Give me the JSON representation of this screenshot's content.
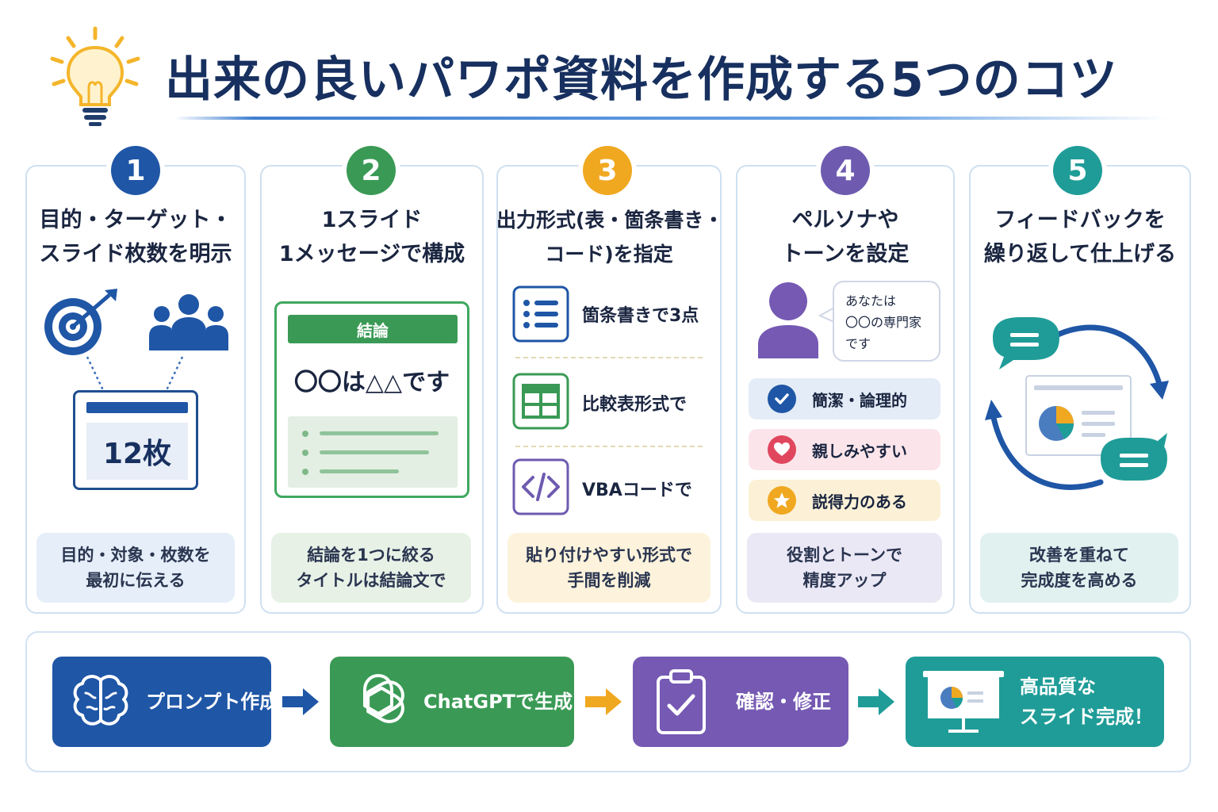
{
  "header": {
    "title": "出来の良いパワポ資料を作成する5つのコツ"
  },
  "cards": [
    {
      "number": "1",
      "color": "#1f56a6",
      "title_lines": [
        "目的・ターゲット・",
        "スライド枚数を明示"
      ],
      "visual": {
        "slide_count": "12枚"
      },
      "foot_lines": [
        "目的・対象・枚数を",
        "最初に伝える"
      ],
      "foot_bg": "#e5eef9"
    },
    {
      "number": "2",
      "color": "#3a9a55",
      "title_lines": [
        "1スライド",
        "1メッセージで構成"
      ],
      "visual": {
        "header": "結論",
        "message": "〇〇は△△です"
      },
      "foot_lines": [
        "結論を1つに絞る",
        "タイトルは結論文で"
      ],
      "foot_bg": "#e7f1e6"
    },
    {
      "number": "3",
      "color": "#f0a821",
      "title_lines": [
        "出力形式(表・箇条書き・",
        "コード)を指定"
      ],
      "formats": [
        "箇条書きで3点",
        "比較表形式で",
        "VBAコードで"
      ],
      "foot_lines": [
        "貼り付けやすい形式で",
        "手間を削減"
      ],
      "foot_bg": "#fdf3dc"
    },
    {
      "number": "4",
      "color": "#6e5bb0",
      "title_lines": [
        "ペルソナや",
        "トーンを設定"
      ],
      "bubble_lines": [
        "あなたは",
        "〇〇の専門家",
        "です"
      ],
      "tones": [
        {
          "label": "簡潔・論理的",
          "bg": "#e3ecf7",
          "icon": "check-circle-icon"
        },
        {
          "label": "親しみやすい",
          "bg": "#fbe5ea",
          "icon": "heart-icon"
        },
        {
          "label": "説得力のある",
          "bg": "#fcf1d6",
          "icon": "star-icon"
        }
      ],
      "foot_lines": [
        "役割とトーンで",
        "精度アップ"
      ],
      "foot_bg": "#ebe8f5"
    },
    {
      "number": "5",
      "color": "#1f9c98",
      "title_lines": [
        "フィードバックを",
        "繰り返して仕上げる"
      ],
      "foot_lines": [
        "改善を重ねて",
        "完成度を高める"
      ],
      "foot_bg": "#e1f1f0"
    }
  ],
  "flow": {
    "steps": [
      {
        "label_lines": [
          "プロンプト作成"
        ],
        "color": "#1f56a6",
        "icon": "brain-icon"
      },
      {
        "label_lines": [
          "ChatGPTで生成"
        ],
        "color": "#3a9a55",
        "icon": "openai-logo-icon"
      },
      {
        "label_lines": [
          "確認・修正"
        ],
        "color": "#7559b3",
        "icon": "clipboard-check-icon"
      },
      {
        "label_lines": [
          "高品質な",
          "スライド完成！"
        ],
        "color": "#1f9c98",
        "icon": "presentation-screen-icon"
      }
    ],
    "arrow_colors": [
      "#1f56a6",
      "#f0a821",
      "#1f9c98"
    ]
  }
}
